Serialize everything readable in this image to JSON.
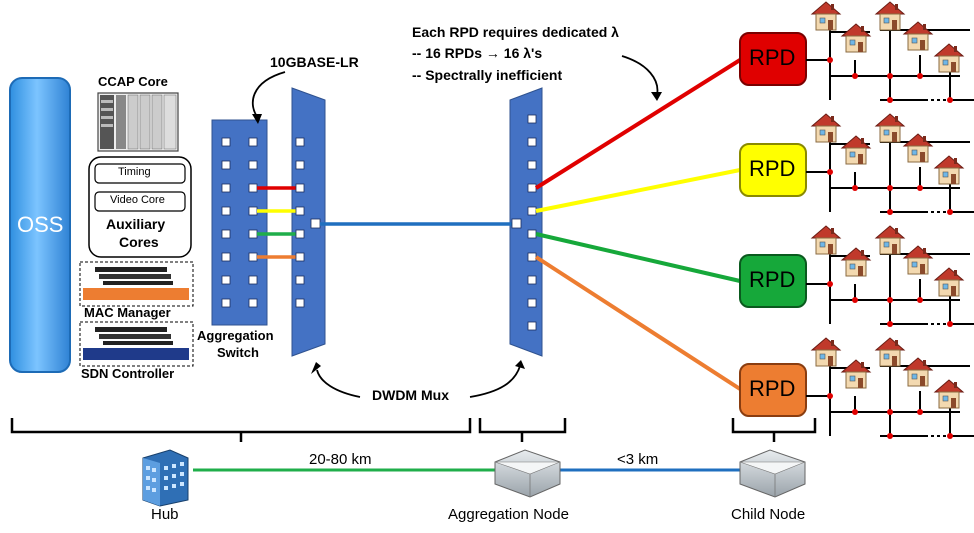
{
  "labels": {
    "oss": "OSS",
    "ccap_core": "CCAP Core",
    "timing": "Timing",
    "video_core": "Video Core",
    "auxiliary": "Auxiliary",
    "cores": "Cores",
    "mac_manager": "MAC Manager",
    "sdn_controller": "SDN Controller",
    "aggregation": "Aggregation",
    "switch": "Switch",
    "tenG": "10GBASE-LR",
    "dwdm_mux": "DWDM Mux",
    "rpd": "RPD",
    "hub": "Hub",
    "aggregation_node": "Aggregation Node",
    "child_node": "Child Node",
    "dist_long": "20-80 km",
    "dist_short": "<3 km"
  },
  "annotation": {
    "line1": "Each RPD requires dedicated λ",
    "line2": "-- 16 RPDs → 16 λ's",
    "line3": "-- Spectrally inefficient"
  },
  "colors": {
    "mux_blue": "#4472c4",
    "oss_blue": "#4aa3ee",
    "link_blue": "#1f6fbf",
    "link_green": "#1fae4a",
    "rpd_red": "#e00000",
    "rpd_yellow": "#ffff00",
    "rpd_green": "#16a83a",
    "rpd_orange": "#ed7d31",
    "mac_bar": "#ed7d31",
    "sdn_bar": "#1f3a8a"
  },
  "icons": [
    "house-icon",
    "building-icon",
    "node-box-icon",
    "server-rack-icon"
  ]
}
